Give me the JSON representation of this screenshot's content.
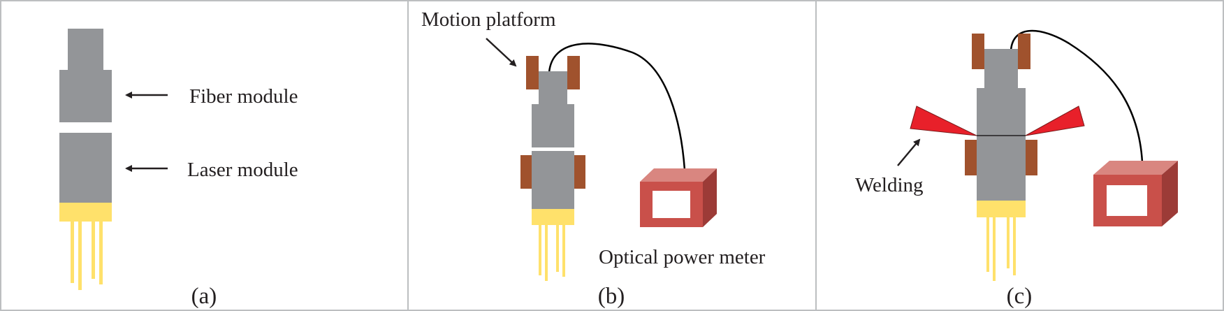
{
  "panel_a": {
    "fiber_label": "Fiber module",
    "laser_label": "Laser module",
    "caption": "(a)"
  },
  "panel_b": {
    "motion_label": "Motion platform",
    "meter_label": "Optical power meter",
    "caption": "(b)"
  },
  "panel_c": {
    "welding_label": "Welding",
    "caption": "(c)"
  },
  "colors": {
    "module_gray": "#939598",
    "clamp_brown": "#a0522d",
    "pin_yellow": "#ffe16b",
    "meter_red": "#c9504a",
    "laser_beam_red": "#e8202a",
    "border_gray": "#bcbec0"
  }
}
